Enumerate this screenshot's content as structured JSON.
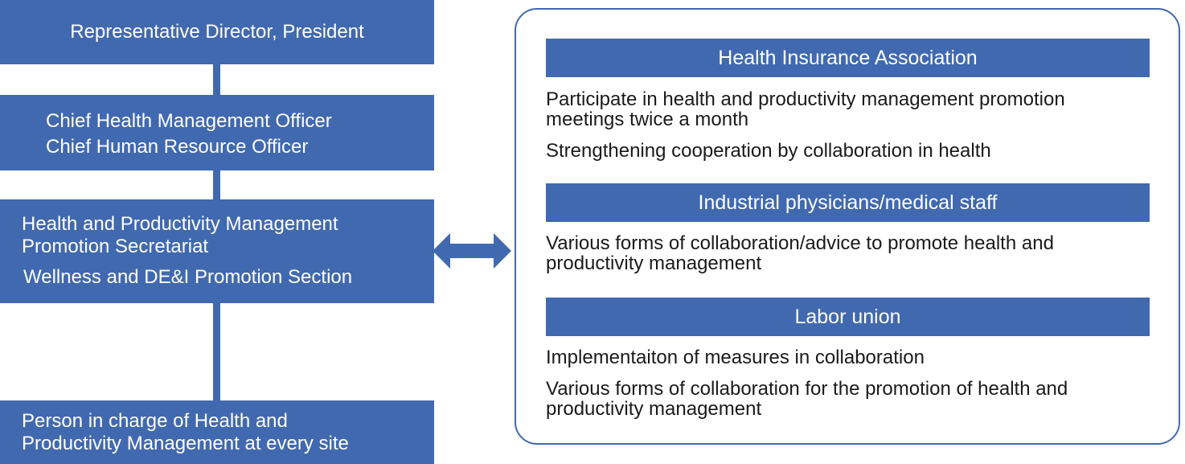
{
  "org_chart": {
    "president": "Representative Director, President",
    "chief_officers": [
      "Chief Health Management Officer",
      "Chief Human Resource Officer"
    ],
    "secretariat": {
      "lines": [
        "Health and Productivity Management",
        "Promotion Secretariat"
      ],
      "section": "Wellness and DE&I Promotion Section"
    },
    "site_person": [
      "Person in charge of Health and",
      "Productivity Management at every site"
    ]
  },
  "partners": [
    {
      "title": "Health Insurance Association",
      "items": [
        "Participate in health and productivity management promotion meetings twice a month",
        "Strengthening cooperation by collaboration in health"
      ]
    },
    {
      "title": "Industrial physicians/medical staff",
      "items": [
        "Various forms of collaboration/advice to promote health and productivity management"
      ]
    },
    {
      "title": "Labor union",
      "items": [
        "Implementaiton of measures in collaboration",
        "Various forms of collaboration for the promotion of health and productivity management"
      ]
    }
  ],
  "colors": {
    "primary": "#4169b0",
    "text": "#1a1a1a",
    "background": "#ffffff"
  },
  "icons": {
    "connector": "double-arrow-icon"
  }
}
